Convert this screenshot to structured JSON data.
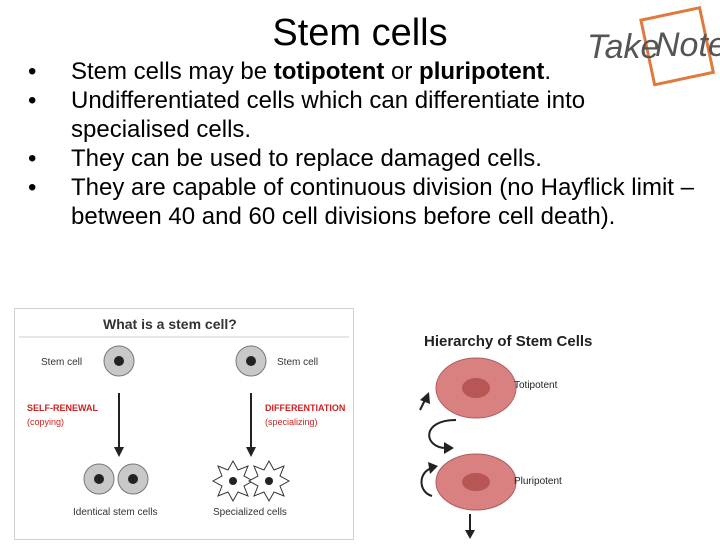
{
  "slide": {
    "title": "Stem cells"
  },
  "logo": {
    "text": "Take Note",
    "accent": "#e07a3c"
  },
  "bullets": [
    {
      "pre": "Stem cells may be ",
      "bold1": "totipotent",
      "mid": " or ",
      "bold2": "pluripotent",
      "post": "."
    },
    {
      "text": "Undifferentiated cells which can differentiate into specialised cells."
    },
    {
      "text": "They can be used to replace damaged cells."
    },
    {
      "text": "They are capable of continuous division (no Hayflick limit – between 40 and 60 cell divisions before cell death)."
    }
  ],
  "figure_left": {
    "title": "What is a stem cell?",
    "left_stem_label": "Stem cell",
    "right_stem_label": "Stem cell",
    "self_renewal": "SELF-RENEWAL",
    "self_renewal_sub": "(copying)",
    "differentiation": "DIFFERENTIATION",
    "differentiation_sub": "(specializing)",
    "identical_label": "Identical stem cells",
    "specialized_label": "Specialized cells",
    "accent": "#cc2222"
  },
  "figure_right": {
    "title": "Hierarchy of Stem Cells",
    "level1": "Totipotent",
    "level2": "Pluripotent",
    "cell_color": "#d98080"
  }
}
